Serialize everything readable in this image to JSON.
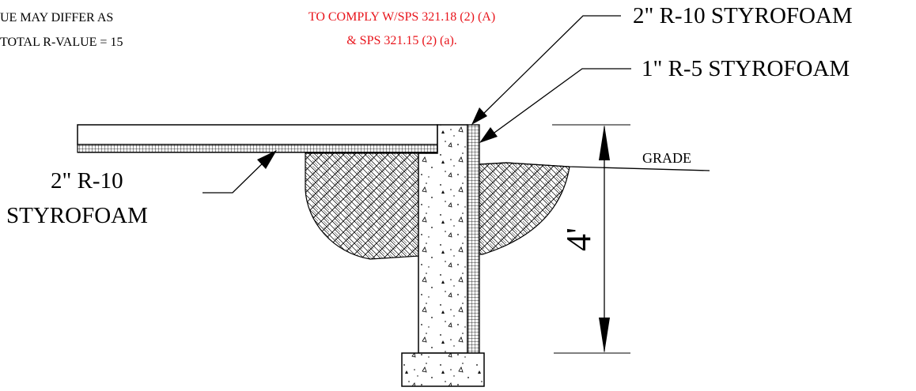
{
  "notes": {
    "left_line1": "UE MAY DIFFER AS",
    "left_line2": "TOTAL R-VALUE = 15",
    "code_line1": "TO COMPLY W/SPS 321.18 (2) (A)",
    "code_line2": "& SPS 321.15 (2) (a).",
    "code_color": "#e8141b"
  },
  "labels": {
    "wall_outer_insulation": "2\" R-10 STYROFOAM",
    "wall_inner_insulation": "1\" R-5 STYROFOAM",
    "grade": "GRADE",
    "slab_insulation_line1": "2\" R-10",
    "slab_insulation_line2": "STYROFOAM",
    "frost_depth": "4'"
  }
}
